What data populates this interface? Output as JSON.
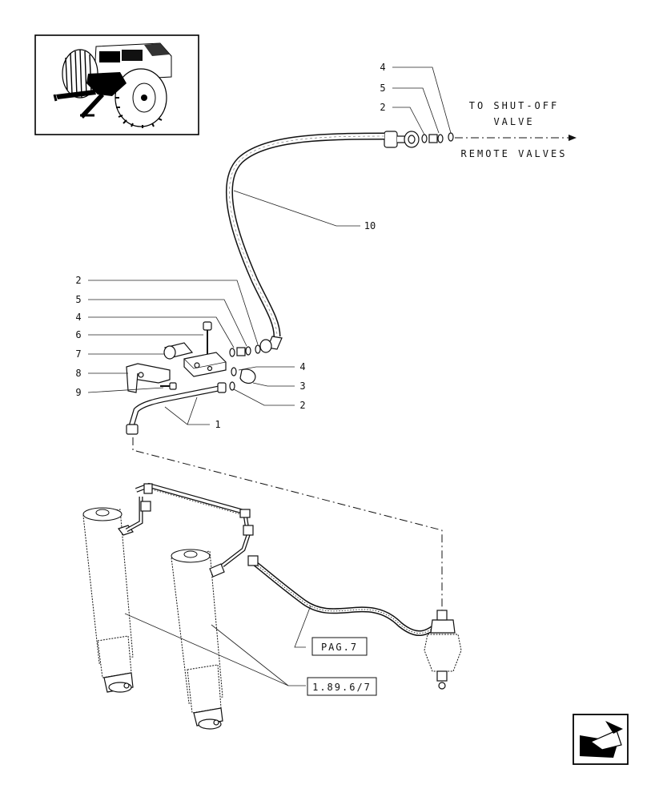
{
  "callouts": {
    "top_4": "4",
    "top_5": "5",
    "top_2": "2",
    "hose_10": "10",
    "left_2": "2",
    "left_5": "5",
    "left_4": "4",
    "left_6": "6",
    "left_7": "7",
    "left_8": "8",
    "left_9": "9",
    "right_4": "4",
    "right_3": "3",
    "right_2": "2",
    "pipe_1": "1"
  },
  "notes": {
    "shutoff_line1": "TO SHUT-OFF",
    "shutoff_line2": "VALVE",
    "remote": "REMOTE VALVES"
  },
  "references": {
    "pag7": "PAG.7",
    "ref_1896": "1.89.6/7"
  },
  "icons": {
    "thumbnail": "tractor-rear-view-icon",
    "nav": "back-arrow-icon"
  }
}
